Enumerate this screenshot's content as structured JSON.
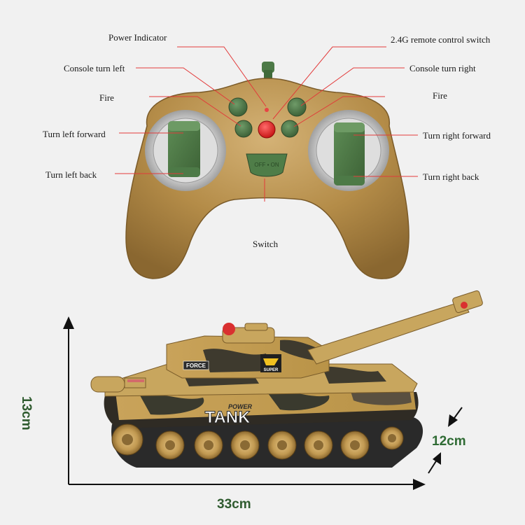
{
  "labels": {
    "power_indicator": "Power Indicator",
    "remote_switch": "2.4G remote control switch",
    "console_turn_left": "Console turn left",
    "console_turn_right": "Console turn right",
    "fire_left": "Fire",
    "fire_right": "Fire",
    "turn_left_forward": "Turn left  forward",
    "turn_right_forward": "Turn right forward",
    "turn_left_back": "Turn left back",
    "turn_right_back": "Turn right back",
    "switch": "Switch"
  },
  "product_text": {
    "tank_name": "TANK",
    "tank_sub": "POWER",
    "turret_badge": "FORCE",
    "panel_badge": "SUPER"
  },
  "dimensions": {
    "length": "33cm",
    "height": "13cm",
    "width": "12cm"
  },
  "colors": {
    "background": "#f1f1f1",
    "controller_body": "#b08a48",
    "button_green": "#4d7a47",
    "fire_red": "#e02020",
    "leader_line": "#e23a3a",
    "dimension_text": "#2f6b34",
    "tank_camo_base": "#c9a35a"
  }
}
